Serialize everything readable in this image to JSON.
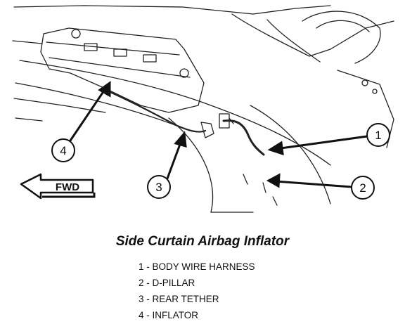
{
  "diagram": {
    "fwd_label": "FWD",
    "callouts": [
      "1",
      "2",
      "3",
      "4"
    ]
  },
  "caption": "Side Curtain Airbag Inflator",
  "legend": [
    "1 - BODY WIRE HARNESS",
    "2 - D-PILLAR",
    "3 - REAR TETHER",
    "4 - INFLATOR"
  ]
}
